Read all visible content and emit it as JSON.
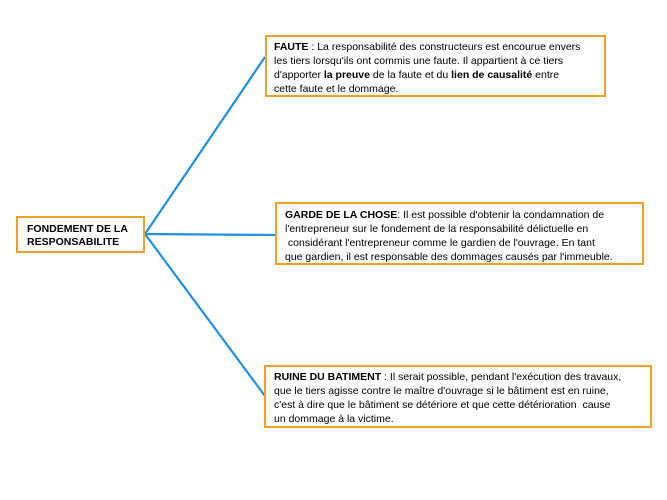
{
  "root": {
    "line1": "FONDEMENT DE LA",
    "line2": "RESPONSABILITE"
  },
  "branches": {
    "faute": {
      "title": "FAUTE",
      "sep": " : ",
      "l1": "La responsabilité des constructeurs est encourue envers",
      "l2": "les tiers lorsqu'ils ont commis une faute. Il appartient à ce tiers",
      "l3_pre": "d'apporter ",
      "l3_bold1": "la preuve",
      "l3_mid": " de la faute et du ",
      "l3_bold2": "lien de causalité",
      "l3_post": " entre",
      "l4": "cette faute et le dommage."
    },
    "garde": {
      "title": "GARDE DE LA CHOSE",
      "sep": ": ",
      "l1": "Il est possible d'obtenir la condamnation de",
      "l2": "l'entrepreneur sur le fondement de la responsabilité délictuelle en",
      "l3": " considérant l'entrepreneur comme le gardien de l'ouvrage. En tant",
      "l4": "que gardien, il est responsable des dommages causés par l'immeuble."
    },
    "ruine": {
      "title": "RUINE DU BATIMENT",
      "sep": " : ",
      "l1": "Il serait possible, pendant l'exécution des travaux,",
      "l2": "que le tiers agisse contre le maître d'ouvrage si le bâtiment est en ruine,",
      "l3": "c'est à dire que le bâtiment se détériore et que cette détérioration  cause",
      "l4": "un dommage à la victime."
    }
  },
  "colors": {
    "box_border": "#f5a02a",
    "connector": "#1e90e6",
    "text": "#000000",
    "background": "#ffffff"
  }
}
